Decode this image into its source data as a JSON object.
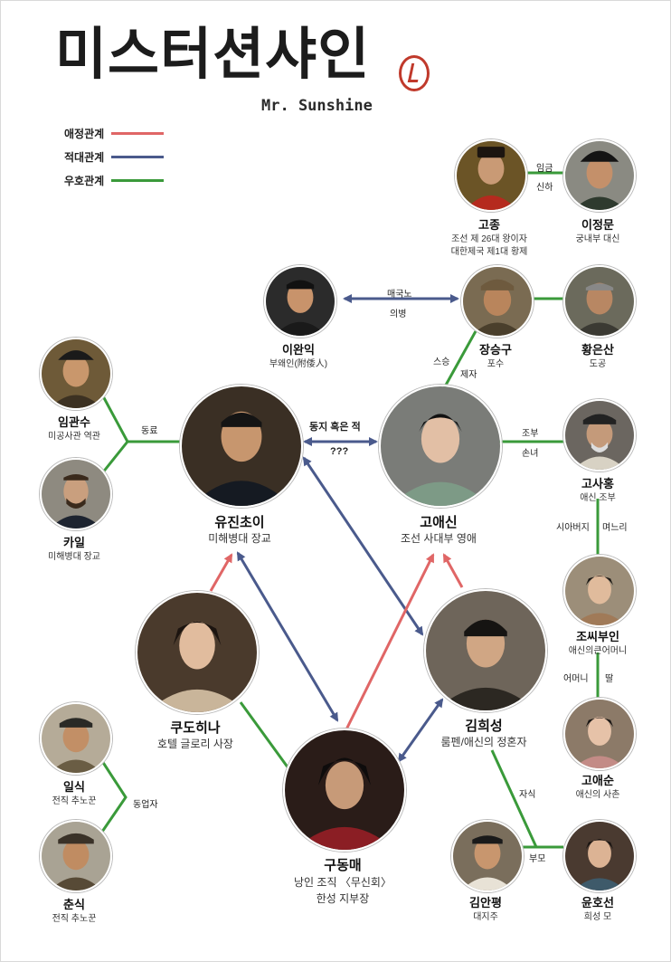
{
  "header": {
    "title": "미스터션샤인",
    "subtitle": "Mr. Sunshine"
  },
  "legend": [
    {
      "label": "애정관계",
      "color": "#e06666"
    },
    {
      "label": "적대관계",
      "color": "#4a5a8c"
    },
    {
      "label": "우호관계",
      "color": "#3a9a3a"
    }
  ],
  "colors": {
    "love": "#e06666",
    "hostile": "#4a5a8c",
    "friendly": "#3a9a3a"
  },
  "characters": {
    "gojong": {
      "name": "고종",
      "desc": "조선 제 26대 왕이자",
      "desc2": "대한제국 제1대 황제"
    },
    "leejungmun": {
      "name": "이정문",
      "desc": "궁내부 대신"
    },
    "leewanik": {
      "name": "이완익",
      "desc": "부왜인(附倭人)"
    },
    "jangseunggu": {
      "name": "장승구",
      "desc": "포수"
    },
    "hwangeunsan": {
      "name": "황은산",
      "desc": "도공"
    },
    "imgwansu": {
      "name": "임관수",
      "desc": "미공사관 역관"
    },
    "kyle": {
      "name": "카일",
      "desc": "미해병대 장교"
    },
    "eugene": {
      "name": "유진초이",
      "desc": "미해병대 장교"
    },
    "goaesin": {
      "name": "고애신",
      "desc": "조선 사대부 영애"
    },
    "gosahong": {
      "name": "고사홍",
      "desc": "애신 조부"
    },
    "joassi": {
      "name": "조씨부인",
      "desc": "애신의큰어머니"
    },
    "goaesun": {
      "name": "고애순",
      "desc": "애신의 사촌"
    },
    "kudohina": {
      "name": "쿠도히나",
      "desc": "호텔 글로리 사장"
    },
    "kimheesung": {
      "name": "김희성",
      "desc": "룸펜/애신의 정혼자"
    },
    "gudongmae": {
      "name": "구동매",
      "desc": "낭인 조직 〈무신회〉",
      "desc2": "한성 지부장"
    },
    "ilsik": {
      "name": "일식",
      "desc": "전직 추노꾼"
    },
    "chunsik": {
      "name": "춘식",
      "desc": "전직 추노꾼"
    },
    "kimanpyeong": {
      "name": "김안평",
      "desc": "대지주"
    },
    "yunhoseon": {
      "name": "윤호선",
      "desc": "희성 모"
    }
  },
  "relations": {
    "king": "임금",
    "subject": "신하",
    "traitor": "매국노",
    "militia": "의병",
    "teacher": "스승",
    "disciple": "제자",
    "colleague": "동료",
    "comrade": "동지 혹은 적",
    "unknown": "???",
    "grandfather": "조부",
    "granddaughter": "손녀",
    "father_in_law": "시아버지",
    "daughter_in_law": "며느리",
    "mother": "어머니",
    "daughter": "딸",
    "partner": "동업자",
    "child": "자식",
    "parent": "부모"
  }
}
